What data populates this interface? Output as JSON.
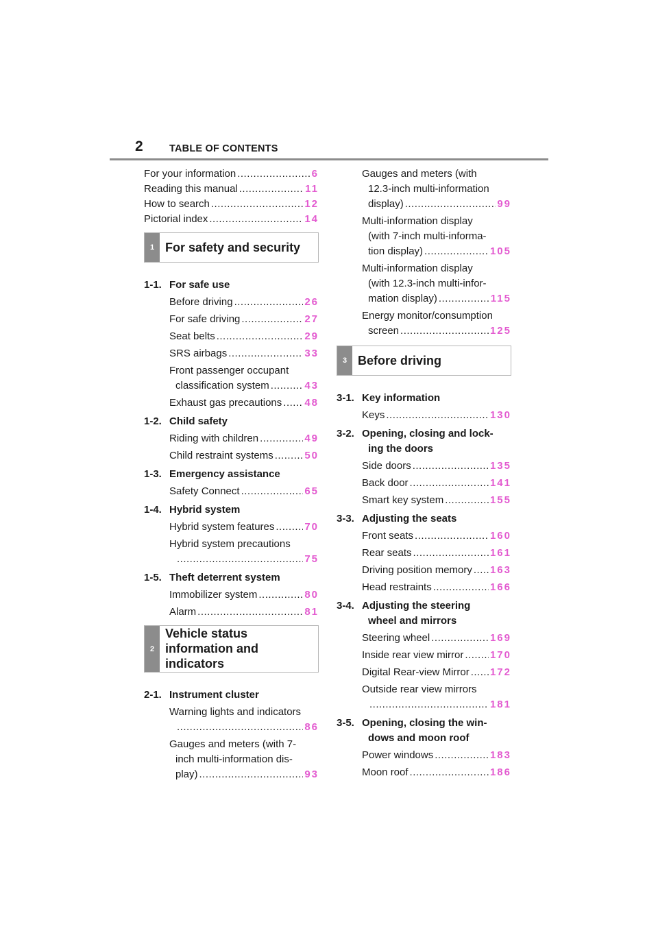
{
  "header": {
    "page_number": "2",
    "title": "TABLE OF CONTENTS"
  },
  "left_column": {
    "intro": [
      {
        "text": "For your information",
        "page": "6"
      },
      {
        "text": "Reading this manual",
        "page": "11"
      },
      {
        "text": "How to search",
        "page": "12"
      },
      {
        "text": "Pictorial index",
        "page": "14"
      }
    ],
    "section1": {
      "number": "1",
      "title": "For safety and security",
      "subs": [
        {
          "num": "1-1.",
          "title": "For safe use",
          "items": [
            {
              "text": "Before driving",
              "page": "26"
            },
            {
              "text": "For safe driving",
              "page": "27"
            },
            {
              "text": "Seat belts",
              "page": "29"
            },
            {
              "text": "SRS airbags",
              "page": "33"
            },
            {
              "line1": "Front passenger occupant",
              "line2": "classification system",
              "page": "43"
            },
            {
              "text": "Exhaust gas precautions",
              "page": "48"
            }
          ]
        },
        {
          "num": "1-2.",
          "title": "Child safety",
          "items": [
            {
              "text": "Riding with children",
              "page": "49"
            },
            {
              "text": "Child restraint systems",
              "page": "50"
            }
          ]
        },
        {
          "num": "1-3.",
          "title": "Emergency assistance",
          "items": [
            {
              "text": "Safety Connect",
              "page": "65"
            }
          ]
        },
        {
          "num": "1-4.",
          "title": "Hybrid system",
          "items": [
            {
              "text": "Hybrid system features",
              "page": "70"
            },
            {
              "line1": "Hybrid system precautions",
              "line2": "",
              "page": "75"
            }
          ]
        },
        {
          "num": "1-5.",
          "title": "Theft deterrent system",
          "items": [
            {
              "text": "Immobilizer system",
              "page": "80"
            },
            {
              "text": "Alarm",
              "page": "81"
            }
          ]
        }
      ]
    },
    "section2": {
      "number": "2",
      "title_line1": "Vehicle status",
      "title_line2": "information and",
      "title_line3": "indicators",
      "sub": {
        "num": "2-1.",
        "title": "Instrument cluster"
      },
      "items": [
        {
          "line1": "Warning lights and indicators",
          "line2": "",
          "page": "86"
        },
        {
          "line1": "Gauges and meters (with 7-",
          "line2": "inch multi-information dis-",
          "line3": "play)",
          "page": "93"
        }
      ]
    }
  },
  "right_column": {
    "items_top": [
      {
        "line1": "Gauges and meters (with",
        "line2": "12.3-inch multi-information",
        "line3": "display)",
        "page": "99"
      },
      {
        "line1": "Multi-information display",
        "line2": "(with 7-inch multi-informa-",
        "line3": "tion display)",
        "page": "105"
      },
      {
        "line1": "Multi-information display",
        "line2": "(with 12.3-inch multi-infor-",
        "line3": "mation display)",
        "page": "115"
      },
      {
        "line1": "Energy monitor/consumption",
        "line2": "screen",
        "page": "125"
      }
    ],
    "section3": {
      "number": "3",
      "title": "Before driving",
      "subs": [
        {
          "num": "3-1.",
          "title": "Key information",
          "items": [
            {
              "text": "Keys",
              "page": "130"
            }
          ]
        },
        {
          "num": "3-2.",
          "title_line1": "Opening, closing and lock-",
          "title_line2": "ing the doors",
          "items": [
            {
              "text": "Side doors",
              "page": "135"
            },
            {
              "text": "Back door",
              "page": "141"
            },
            {
              "text": "Smart key system",
              "page": "155"
            }
          ]
        },
        {
          "num": "3-3.",
          "title": "Adjusting the seats",
          "items": [
            {
              "text": "Front seats",
              "page": "160"
            },
            {
              "text": "Rear seats",
              "page": "161"
            },
            {
              "text": "Driving position memory",
              "page": "163"
            },
            {
              "text": "Head restraints",
              "page": "166"
            }
          ]
        },
        {
          "num": "3-4.",
          "title_line1": "Adjusting the steering",
          "title_line2": "wheel and mirrors",
          "items": [
            {
              "text": "Steering wheel",
              "page": "169"
            },
            {
              "text": "Inside rear view mirror",
              "page": "170"
            },
            {
              "text": "Digital Rear-view Mirror",
              "page": "172"
            },
            {
              "line1": "Outside rear view mirrors",
              "line2": "",
              "page": "181"
            }
          ]
        },
        {
          "num": "3-5.",
          "title_line1": "Opening, closing the win-",
          "title_line2": "dows and moon roof",
          "items": [
            {
              "text": "Power windows",
              "page": "183"
            },
            {
              "text": "Moon roof",
              "page": "186"
            }
          ]
        }
      ]
    }
  },
  "colors": {
    "page_link": "#e35bd0",
    "tab": "#8c8c8c",
    "rule": "#8c8c8c"
  }
}
